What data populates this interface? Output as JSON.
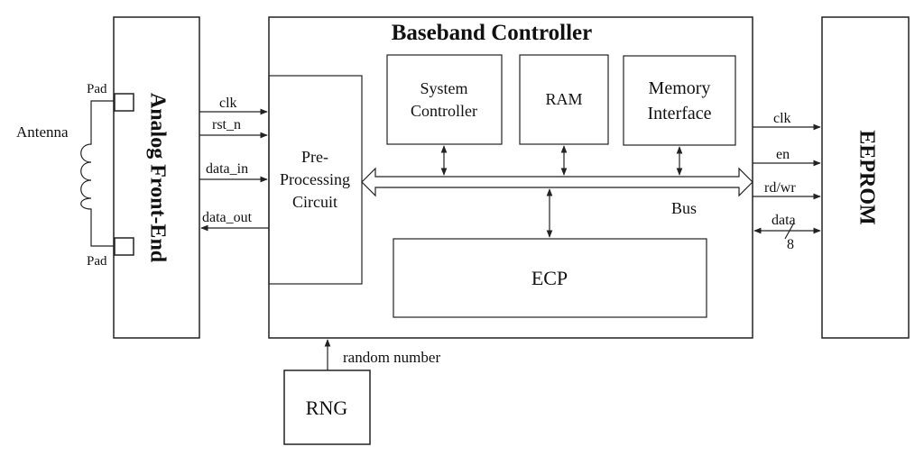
{
  "diagram": {
    "title": "Baseband Controller",
    "analog_front_end": "Analog Front-End",
    "eeprom": "EEPROM",
    "antenna": "Antenna",
    "pad_top": "Pad",
    "pad_bottom": "Pad",
    "blocks": {
      "pre_line1": "Pre-",
      "pre_line2": "Processing",
      "pre_line3": "Circuit",
      "sys_line1": "System",
      "sys_line2": "Controller",
      "ram": "RAM",
      "mem_line1": "Memory",
      "mem_line2": "Interface",
      "ecp": "ECP",
      "rng": "RNG"
    },
    "bus": "Bus",
    "afe_signals": {
      "clk": "clk",
      "rst_n": "rst_n",
      "data_in": "data_in",
      "data_out": "data_out"
    },
    "eeprom_signals": {
      "clk": "clk",
      "en": "en",
      "rd_wr": "rd/wr",
      "data": "data",
      "data_width": "8"
    },
    "random_number": "random number"
  }
}
